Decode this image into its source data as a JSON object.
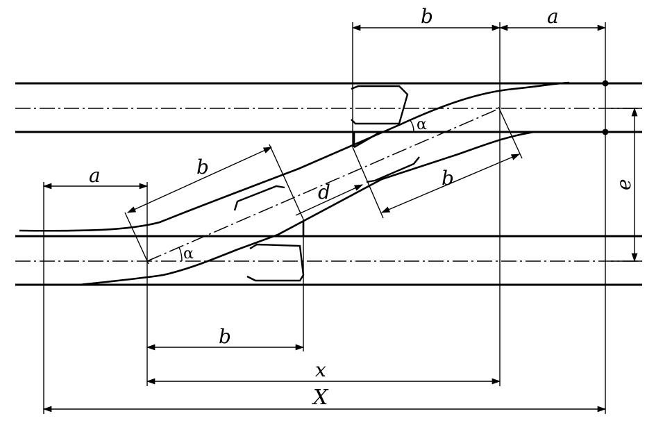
{
  "labels": {
    "a_top": "a",
    "b_top": "b",
    "b_left_diag": "b",
    "a_left": "a",
    "d": "d",
    "b_right_diag": "b",
    "alpha_upper": "α",
    "alpha_lower": "α",
    "e": "e",
    "b_bottom": "b",
    "x": "x",
    "X": "X"
  }
}
